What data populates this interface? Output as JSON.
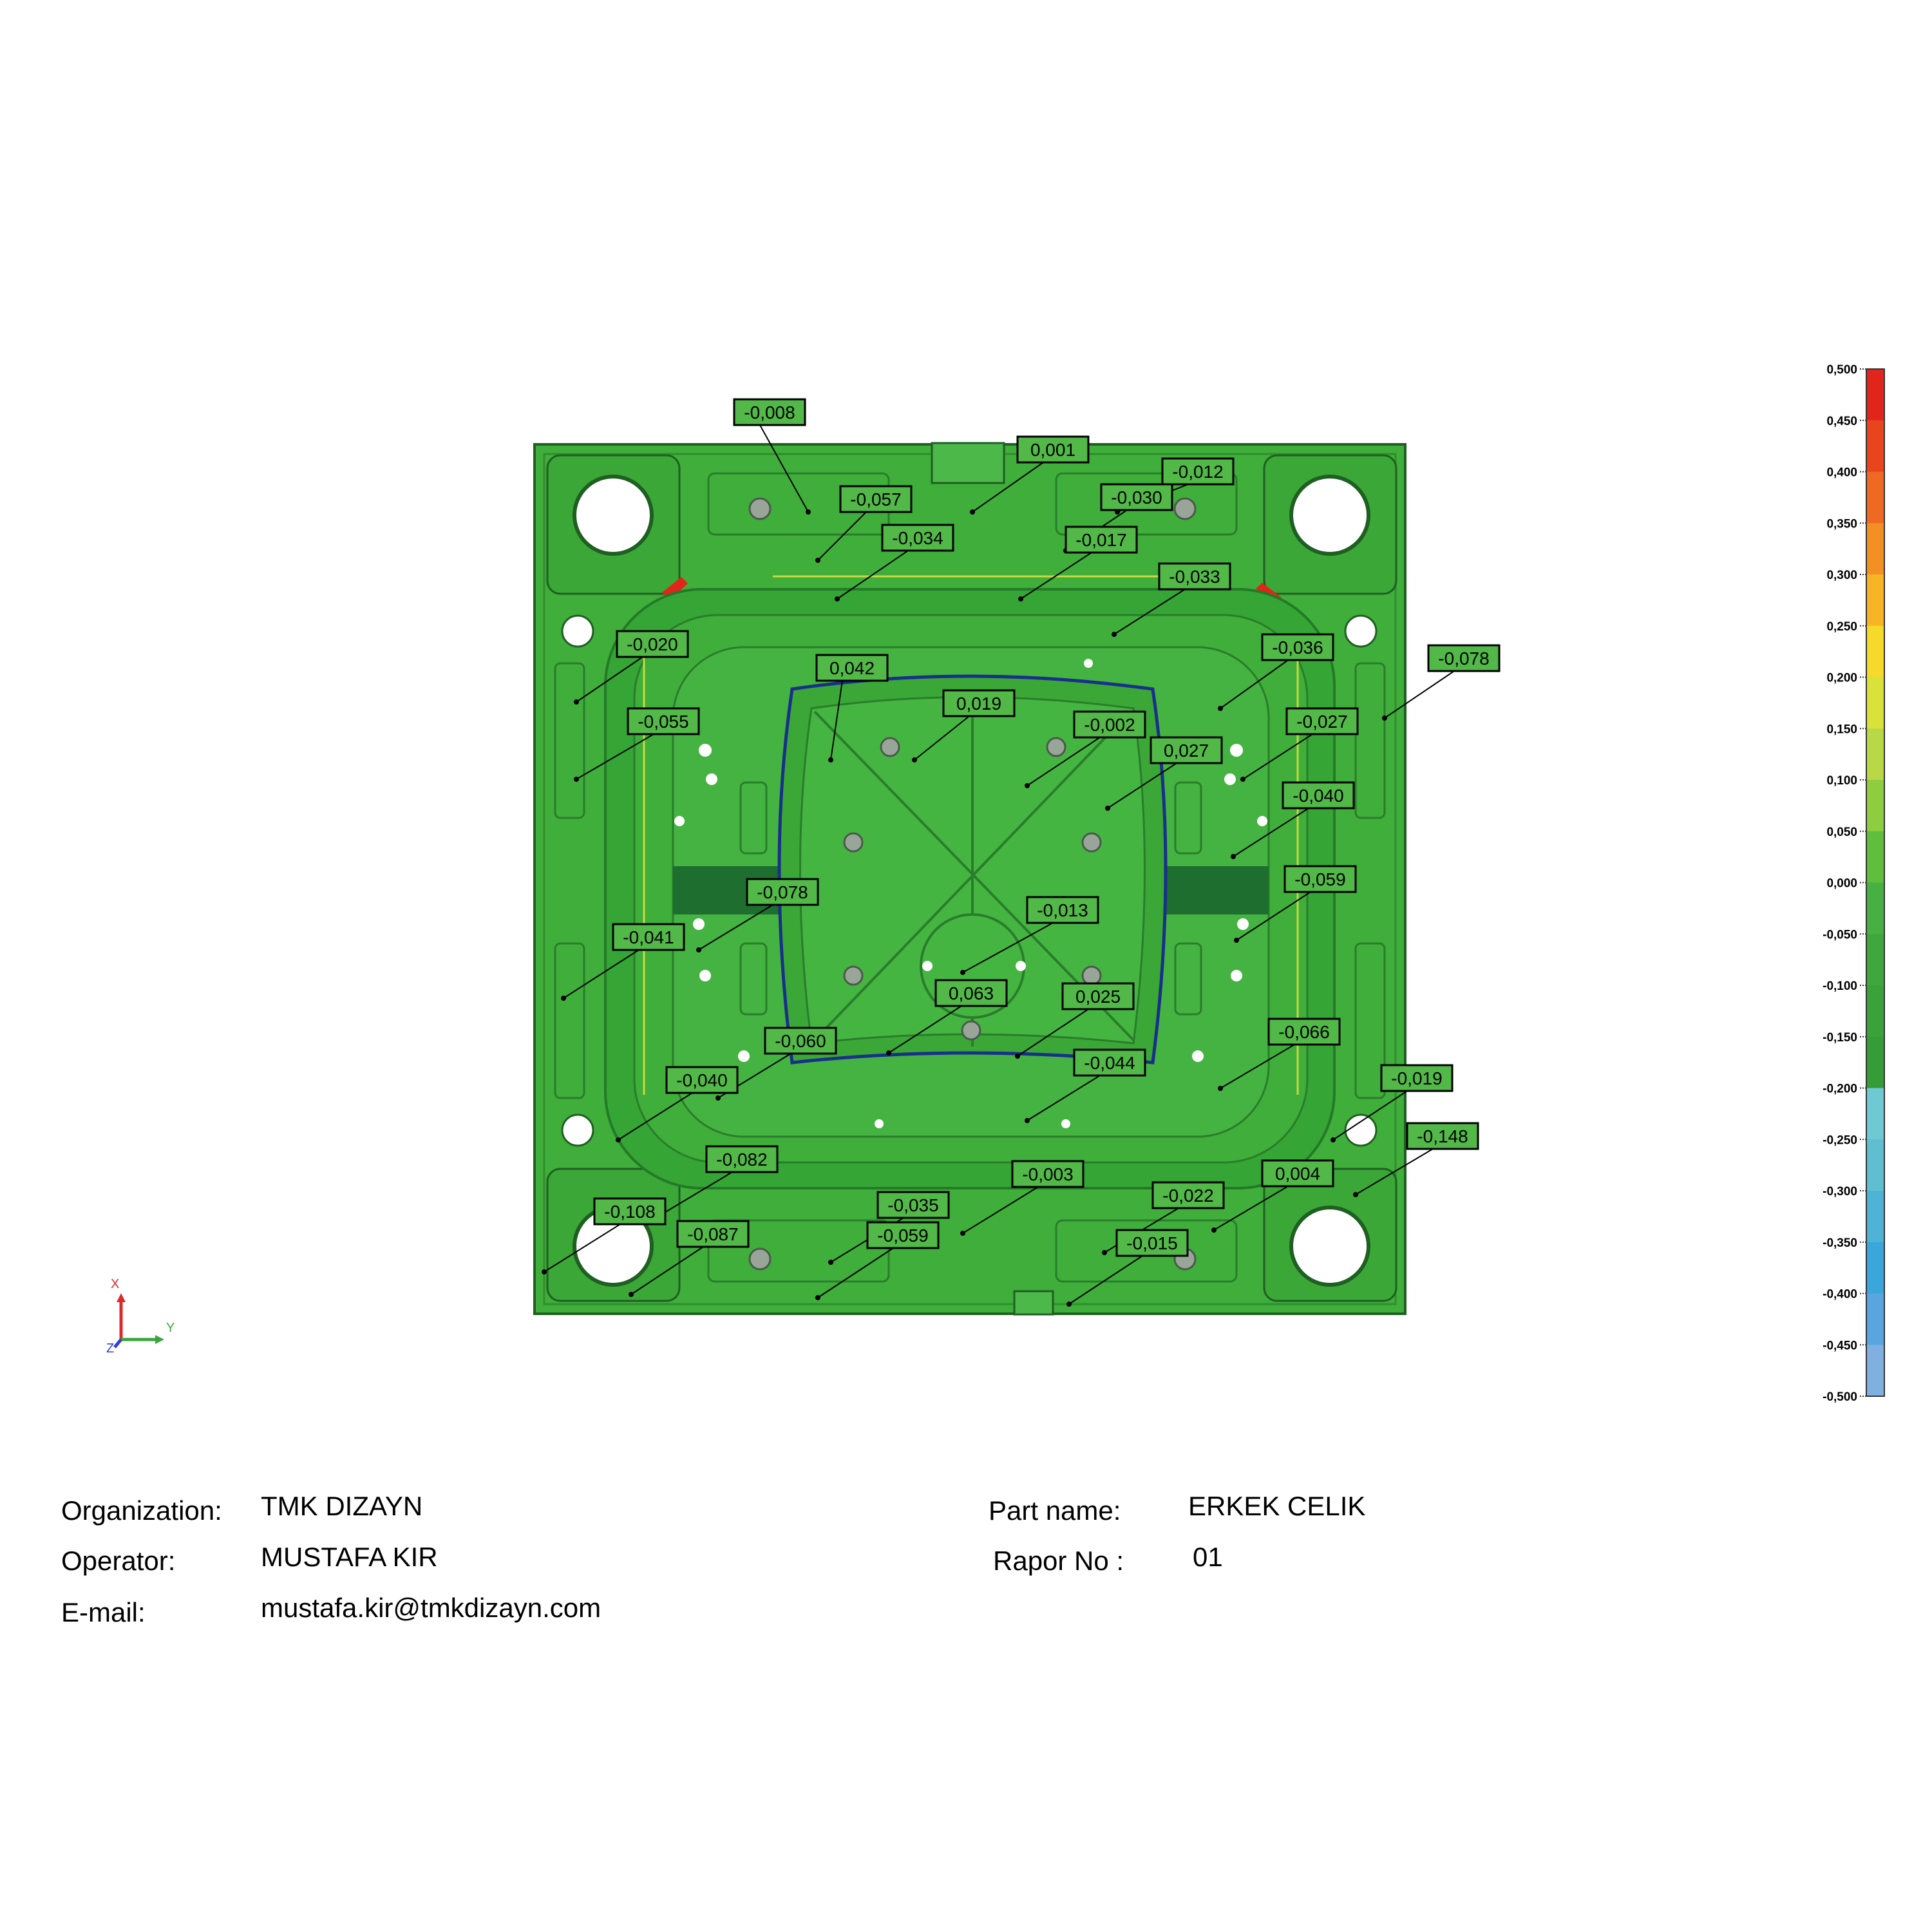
{
  "colors": {
    "mold_green": "#3fae3a",
    "mold_green_dark": "#2f8f2d",
    "mold_green_deep": "#1d6e2f",
    "label_fill": "#52b848",
    "label_border": "#000000",
    "hot_red": "#e0261b"
  },
  "axis_triad": {
    "x_label": "X",
    "y_label": "Y",
    "z_label": "Z",
    "x_color": "#d92b2b",
    "y_color": "#3aa63a",
    "z_color": "#2b3fd9"
  },
  "color_scale": {
    "ticks": [
      "0,500",
      "0,450",
      "0,400",
      "0,350",
      "0,300",
      "0,250",
      "0,200",
      "0,150",
      "0,100",
      "0,050",
      "0,000",
      "-0,050",
      "-0,100",
      "-0,150",
      "-0,200",
      "-0,250",
      "-0,300",
      "-0,350",
      "-0,400",
      "-0,450",
      "-0,500"
    ],
    "segments": [
      "#e0261b",
      "#e8441d",
      "#ee6a22",
      "#f39024",
      "#f7b526",
      "#f5d92b",
      "#d9e23a",
      "#b8d846",
      "#8dcd3f",
      "#5fbf3c",
      "#47b043",
      "#3ea83e",
      "#39a23a",
      "#359d37",
      "#6ec9d3",
      "#5fbfd0",
      "#4fb3d6",
      "#3aa6dc",
      "#57a6df",
      "#7fb0e0"
    ]
  },
  "deviations": [
    {
      "value": "-0,008"
    },
    {
      "value": "0,001"
    },
    {
      "value": "-0,012"
    },
    {
      "value": "-0,057"
    },
    {
      "value": "-0,030"
    },
    {
      "value": "-0,034"
    },
    {
      "value": "-0,017"
    },
    {
      "value": "-0,033"
    },
    {
      "value": "-0,020"
    },
    {
      "value": "-0,036"
    },
    {
      "value": "-0,078"
    },
    {
      "value": "0,042"
    },
    {
      "value": "0,019"
    },
    {
      "value": "-0,055"
    },
    {
      "value": "-0,002"
    },
    {
      "value": "-0,027"
    },
    {
      "value": "0,027"
    },
    {
      "value": "-0,040"
    },
    {
      "value": "-0,078"
    },
    {
      "value": "-0,059"
    },
    {
      "value": "-0,013"
    },
    {
      "value": "-0,041"
    },
    {
      "value": "0,063"
    },
    {
      "value": "0,025"
    },
    {
      "value": "-0,066"
    },
    {
      "value": "-0,060"
    },
    {
      "value": "-0,044"
    },
    {
      "value": "-0,040"
    },
    {
      "value": "-0,019"
    },
    {
      "value": "-0,148"
    },
    {
      "value": "-0,082"
    },
    {
      "value": "-0,003"
    },
    {
      "value": "0,004"
    },
    {
      "value": "-0,108"
    },
    {
      "value": "-0,035"
    },
    {
      "value": "-0,022"
    },
    {
      "value": "-0,087"
    },
    {
      "value": "-0,059"
    },
    {
      "value": "-0,015"
    }
  ],
  "report": {
    "organization_label": "Organization:",
    "organization_value": "TMK DIZAYN",
    "operator_label": "Operator:",
    "operator_value": "MUSTAFA KIR",
    "email_label": "E-mail:",
    "email_value": "mustafa.kir@tmkdizayn.com",
    "part_name_label": "Part name:",
    "part_name_value": "ERKEK CELIK",
    "rapor_label": "Rapor No :",
    "rapor_value": "01"
  }
}
